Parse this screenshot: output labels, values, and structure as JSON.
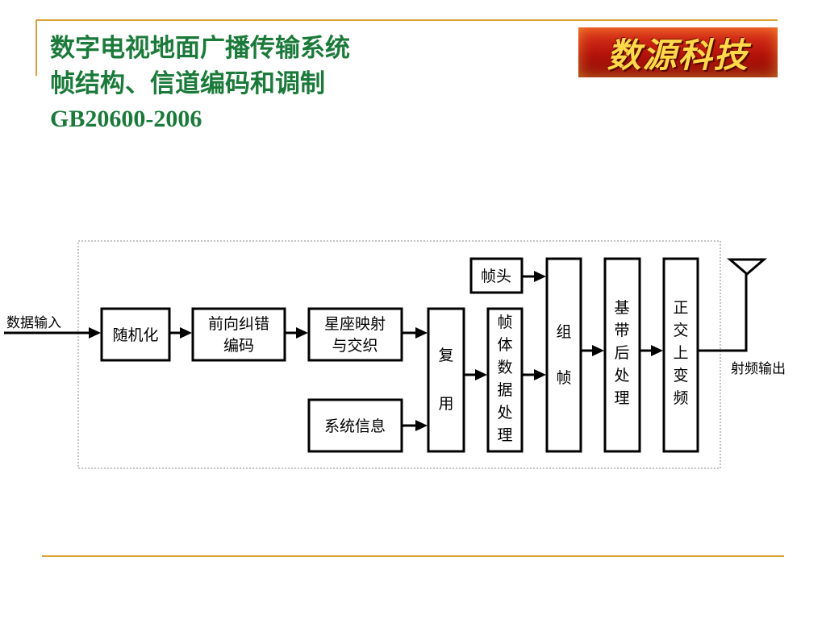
{
  "slide": {
    "title_line1": "数字电视地面广播传输系统",
    "title_line2": "帧结构、信道编码和调制",
    "title_line3": "GB20600-2006",
    "logo_text": "数源科技"
  },
  "diagram": {
    "input_label": "数据输入",
    "output_label": "射频输出",
    "blocks": {
      "randomizer": [
        "随机化"
      ],
      "fec": [
        "前向纠错",
        "编码"
      ],
      "mapping": [
        "星座映射",
        "与交织"
      ],
      "system_info": [
        "系统信息"
      ],
      "mux": [
        "复",
        "用"
      ],
      "frame_header": [
        "帧头"
      ],
      "frame_body": [
        "帧",
        "体",
        "数",
        "据",
        "处",
        "理"
      ],
      "framing": [
        "组",
        "帧"
      ],
      "baseband": [
        "基",
        "带",
        "后",
        "处",
        "理"
      ],
      "upconvert": [
        "正",
        "交",
        "上",
        "变",
        "频"
      ]
    }
  }
}
